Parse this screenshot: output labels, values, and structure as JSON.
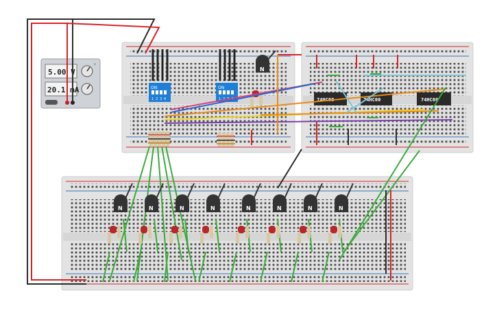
{
  "power_supply": {
    "voltage": "5.00 V",
    "current": "20.1 mA",
    "knob_plus": "+"
  },
  "dip_switches": [
    {
      "on_label": "ON",
      "numbers": [
        "1",
        "2",
        "3",
        "4"
      ]
    },
    {
      "on_label": "ON",
      "numbers": [
        "1",
        "2",
        "3",
        "4"
      ]
    }
  ],
  "ics": [
    {
      "label": "74HC00"
    },
    {
      "label": "74HC00"
    },
    {
      "label": "74HC00"
    }
  ],
  "transistor_label": "N",
  "colors": {
    "board": "#e4e4e4",
    "hole": "#3f3f3f",
    "rail_red": "#d0272c",
    "rail_blue": "#3a70b5",
    "wire_green": "#3aab3a",
    "wire_red": "#d92128",
    "wire_black": "#2b2b2b",
    "wire_orange": "#e88b15",
    "wire_purple": "#7b3fb0",
    "wire_yellow": "#f0d21a",
    "wire_pink": "#d6407a",
    "wire_blue": "#2f66c9",
    "wire_cyan": "#7fc3d6",
    "dip_blue": "#1f7fd6",
    "transistor": "#333333",
    "ic": "#2a2a2a",
    "resistor": "#d9c9a3",
    "led": "#b8272a"
  }
}
